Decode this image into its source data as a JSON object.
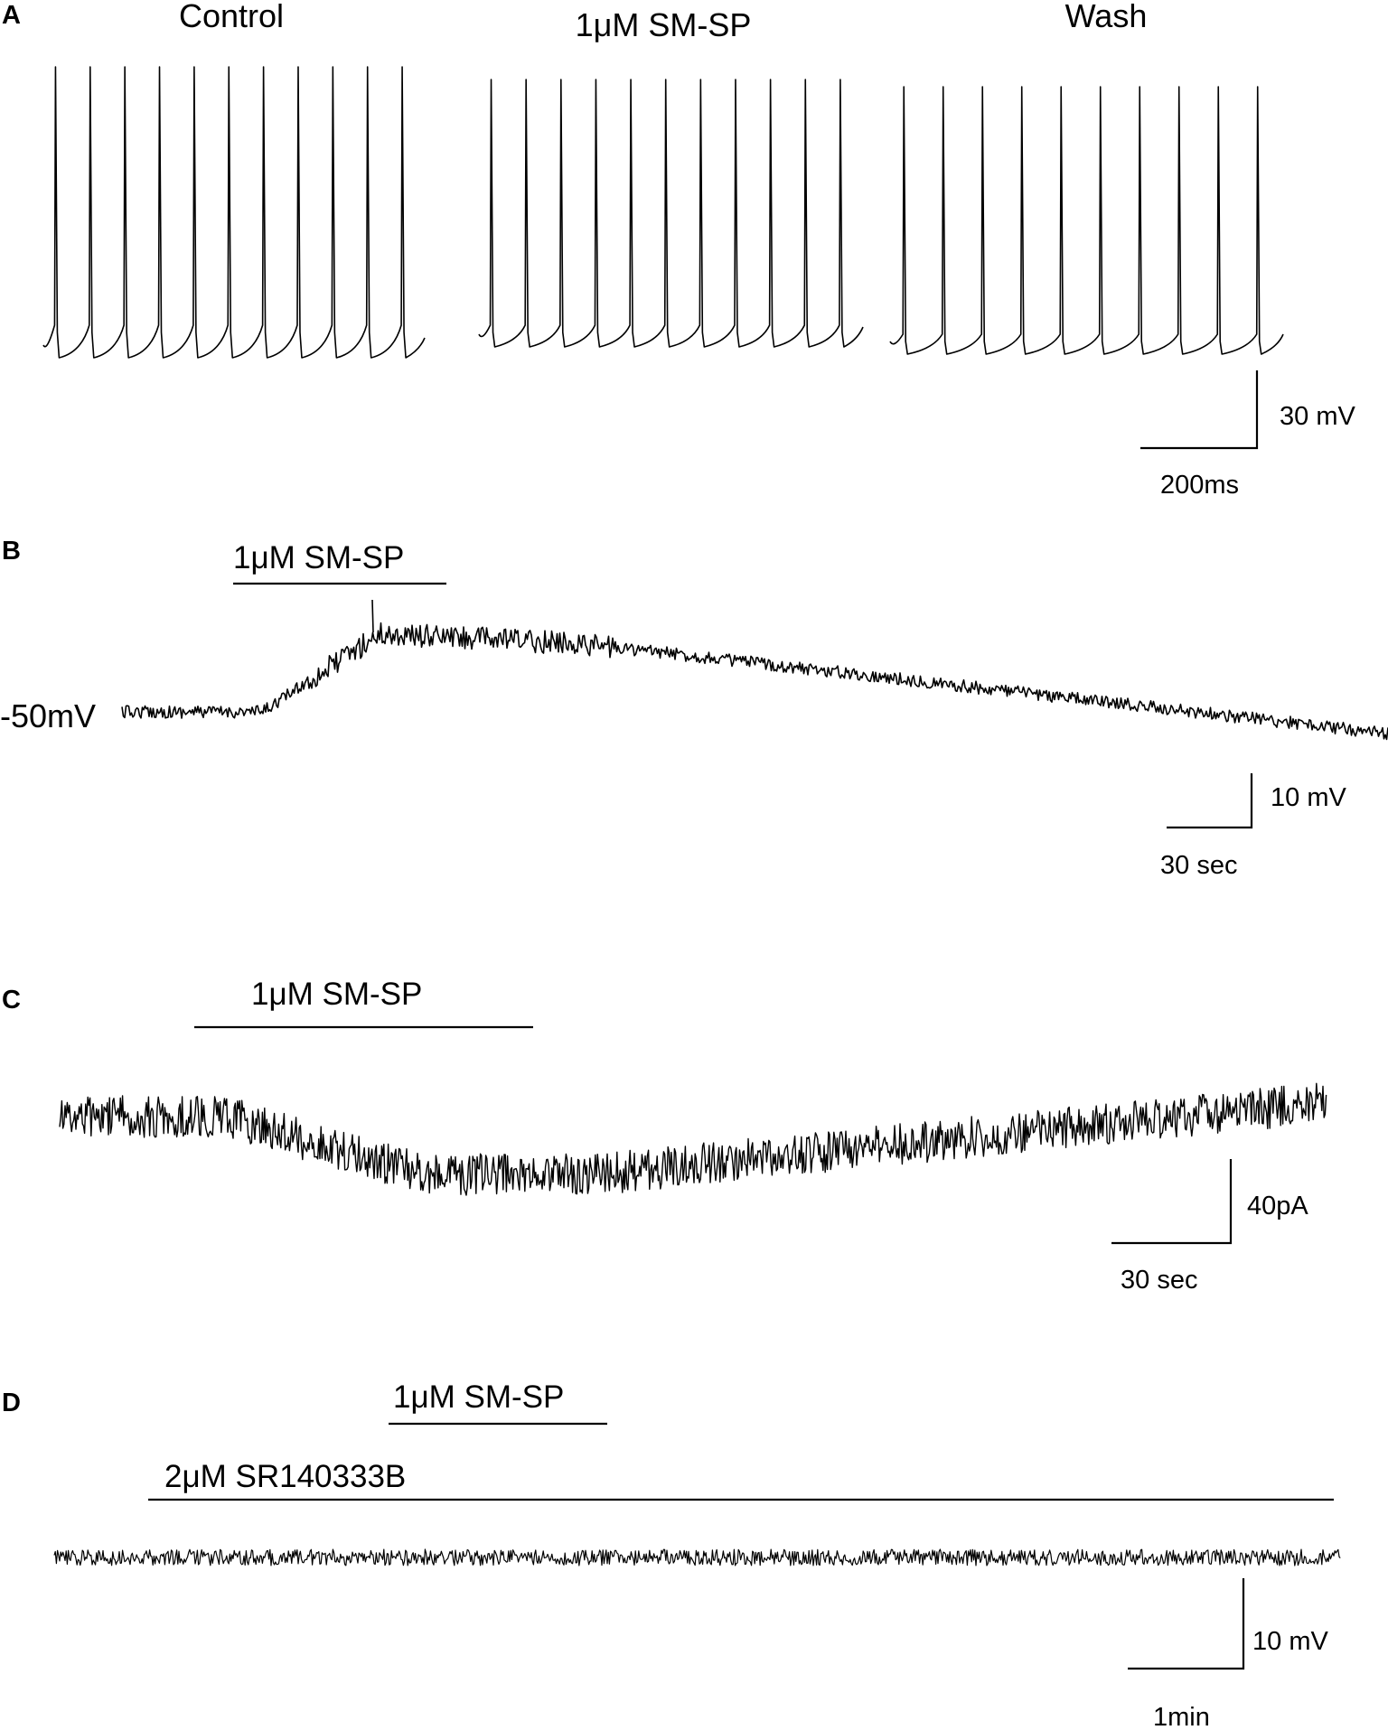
{
  "colors": {
    "trace": "#000000",
    "background": "#ffffff"
  },
  "panels": {
    "A": {
      "letter": "A",
      "conditions": [
        "Control",
        "1μM SM-SP",
        "Wash"
      ],
      "spikes_per_trace": [
        11,
        11,
        10
      ],
      "scale_voltage": "30 mV",
      "scale_time": "200ms"
    },
    "B": {
      "letter": "B",
      "drug": "1μM SM-SP",
      "holding": "-50mV",
      "scale_voltage": "10 mV",
      "scale_time": "30 sec"
    },
    "C": {
      "letter": "C",
      "drug": "1μM SM-SP",
      "scale_current": "40pA",
      "scale_time": "30 sec"
    },
    "D": {
      "letter": "D",
      "drug": "1μM SM-SP",
      "antagonist": "2μM SR140333B",
      "scale_voltage": "10 mV",
      "scale_time": "1min"
    }
  }
}
